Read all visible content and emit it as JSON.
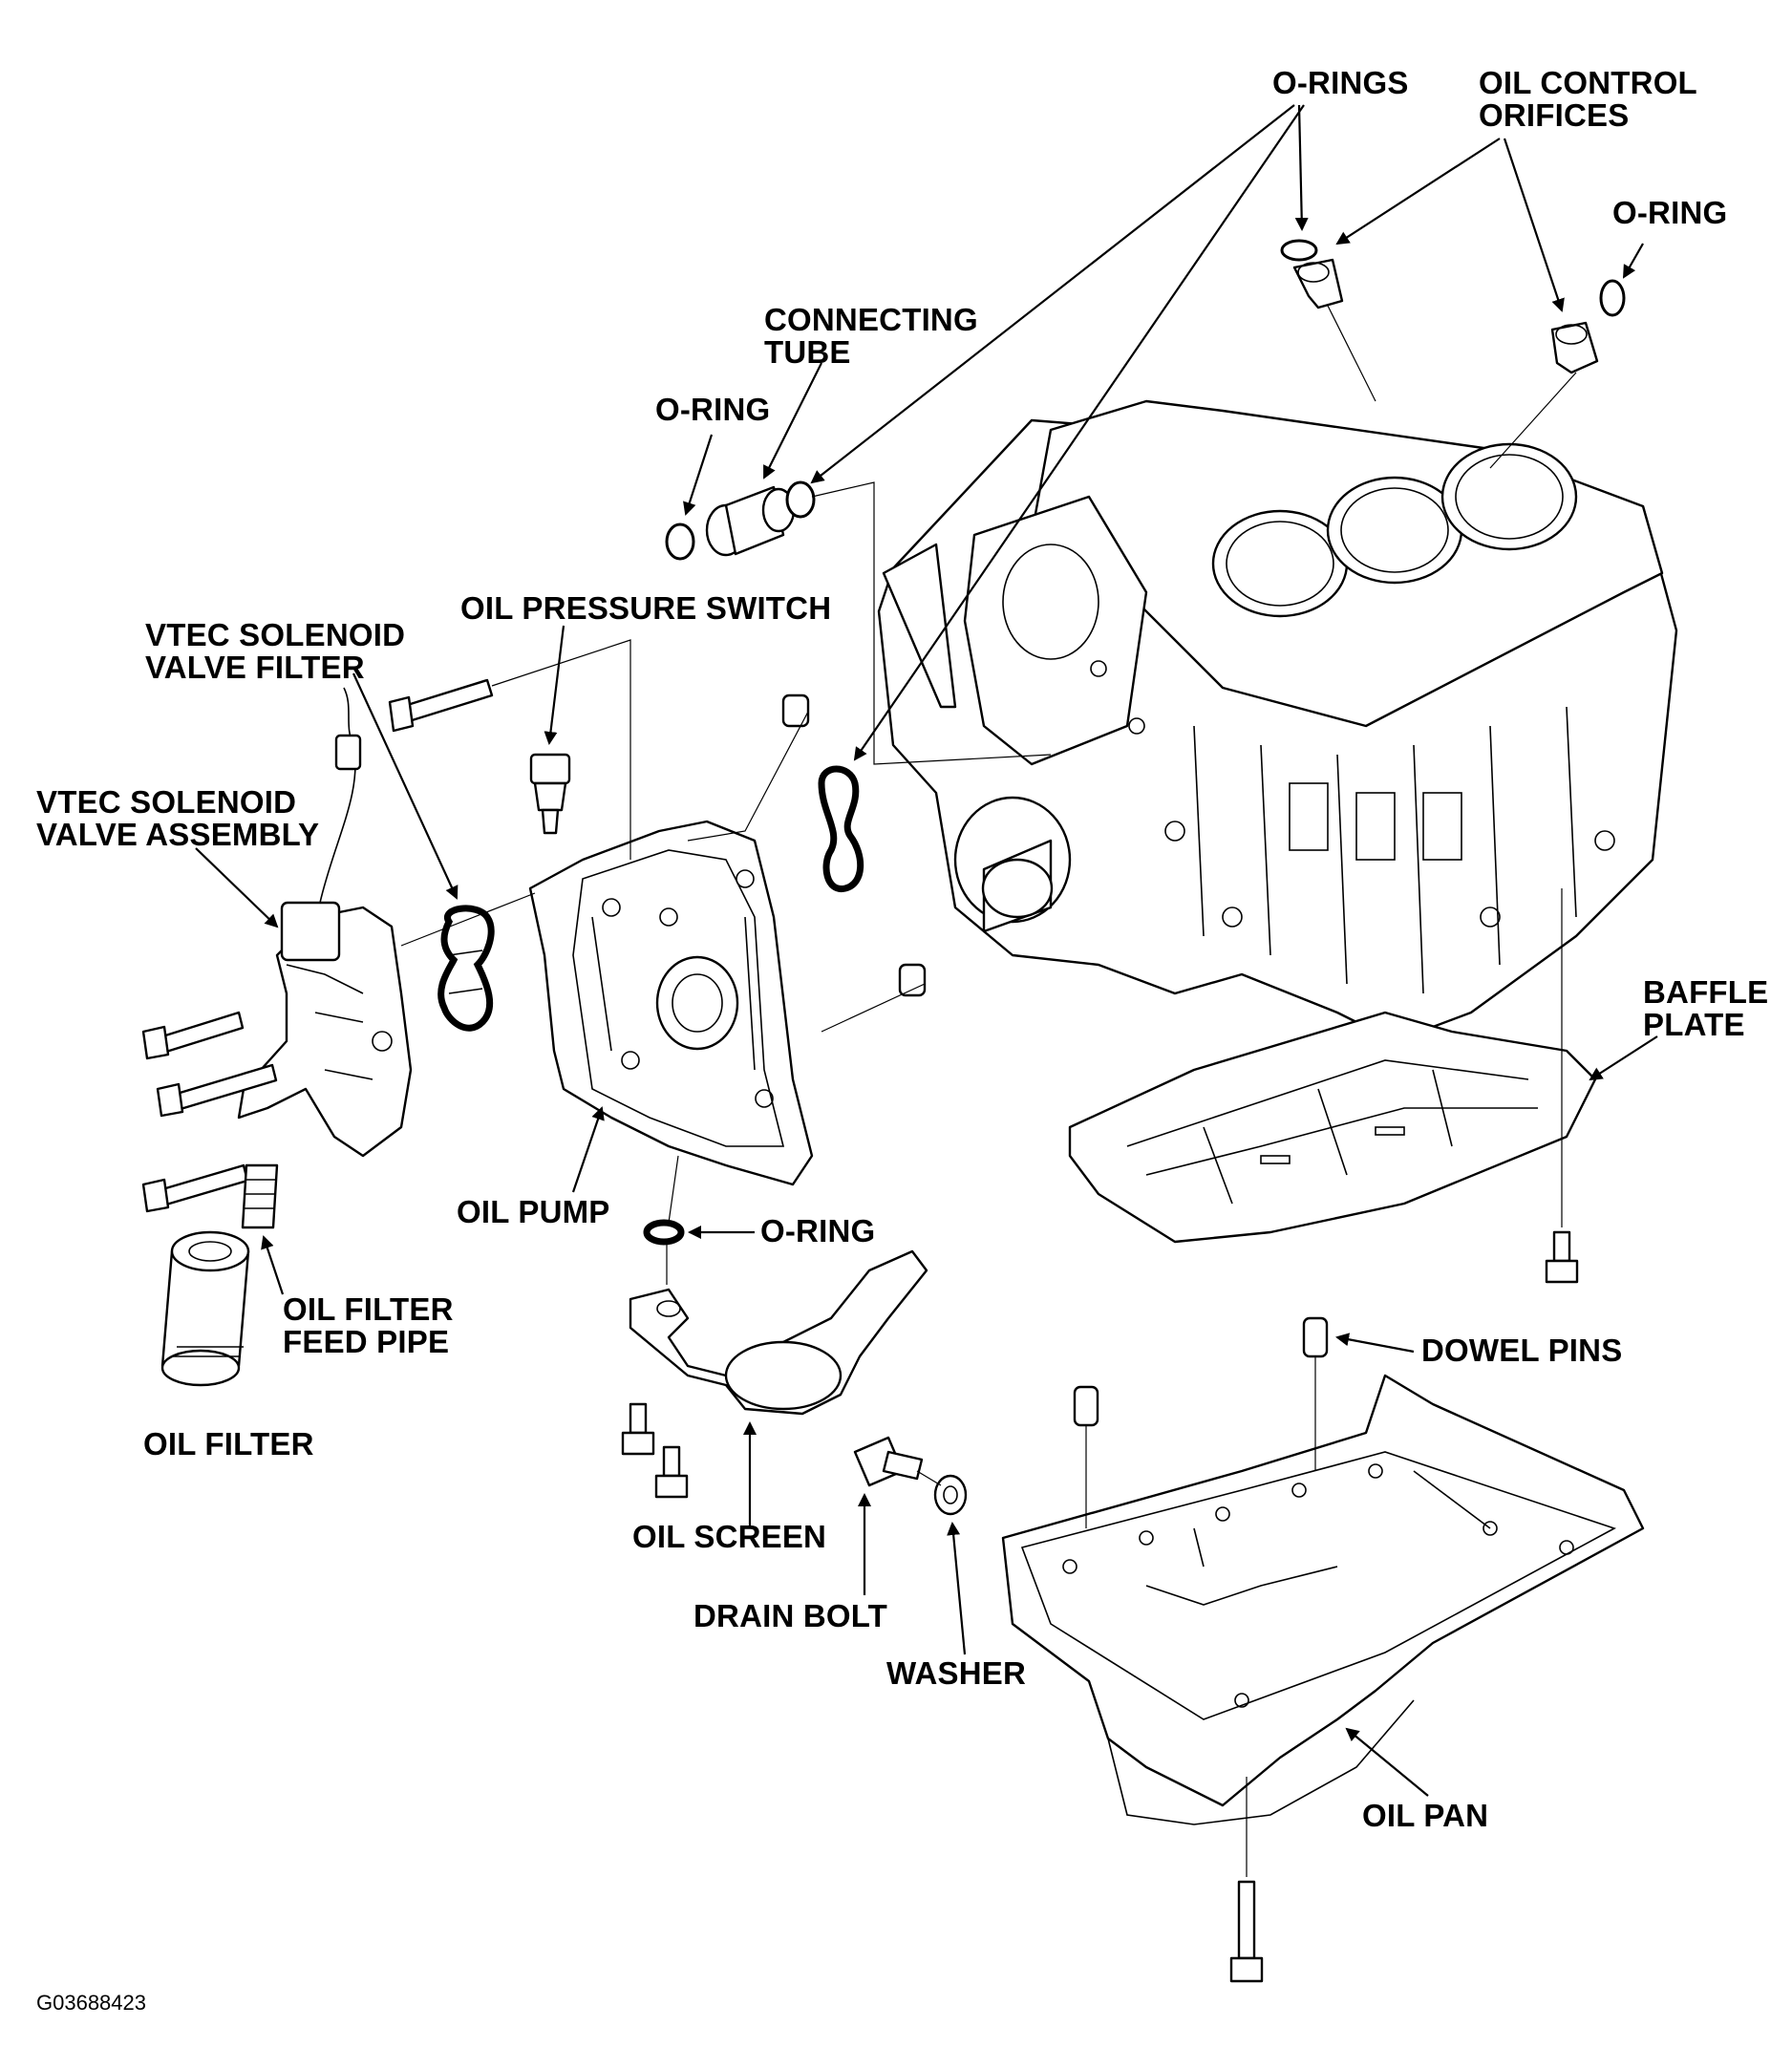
{
  "labels": {
    "o_rings_top": "O-RINGS",
    "oil_control_orifices_1": "OIL CONTROL",
    "oil_control_orifices_2": "ORIFICES",
    "o_ring_right": "O-RING",
    "connecting_tube_1": "CONNECTING",
    "connecting_tube_2": "TUBE",
    "o_ring_left": "O-RING",
    "vtec_filter_1": "VTEC SOLENOID",
    "vtec_filter_2": "VALVE FILTER",
    "oil_pressure_switch": "OIL PRESSURE SWITCH",
    "vtec_assembly_1": "VTEC SOLENOID",
    "vtec_assembly_2": "VALVE ASSEMBLY",
    "baffle_plate_1": "BAFFLE",
    "baffle_plate_2": "PLATE",
    "oil_pump": "OIL PUMP",
    "o_ring_pump": "O-RING",
    "oil_filter_feed_pipe_1": "OIL FILTER",
    "oil_filter_feed_pipe_2": "FEED PIPE",
    "dowel_pins": "DOWEL PINS",
    "oil_filter": "OIL FILTER",
    "oil_screen": "OIL SCREEN",
    "drain_bolt": "DRAIN BOLT",
    "washer": "WASHER",
    "oil_pan": "OIL PAN"
  },
  "figure_id": "G03688423"
}
